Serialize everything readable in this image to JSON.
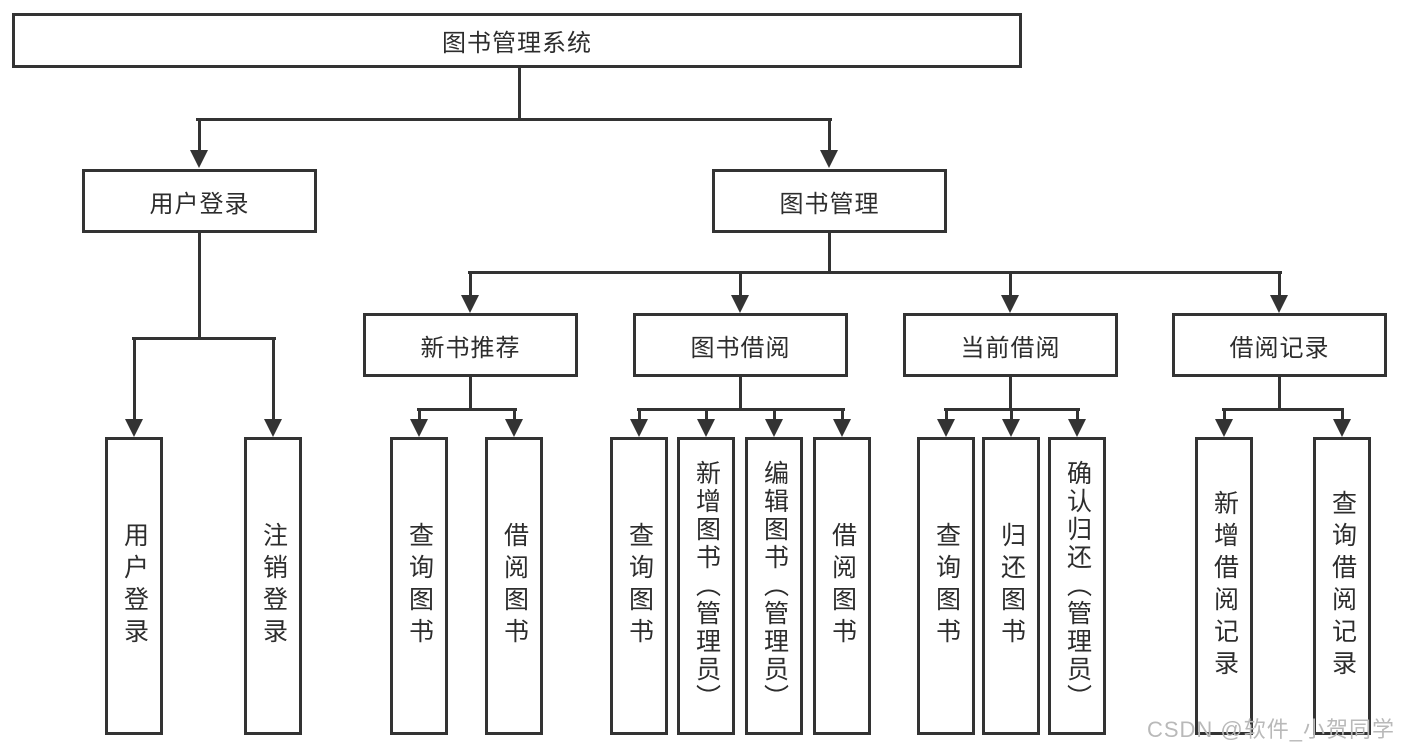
{
  "root": {
    "label": "图书管理系统"
  },
  "branches": [
    {
      "label": "用户登录",
      "children": [
        {
          "label": "用户登录"
        },
        {
          "label": "注销登录"
        }
      ]
    },
    {
      "label": "图书管理",
      "groups": [
        {
          "label": "新书推荐",
          "children": [
            {
              "label": "查询图书"
            },
            {
              "label": "借阅图书"
            }
          ]
        },
        {
          "label": "图书借阅",
          "children": [
            {
              "label": "查询图书"
            },
            {
              "label": "新增图书（管理员）"
            },
            {
              "label": "编辑图书（管理员）"
            },
            {
              "label": "借阅图书"
            }
          ]
        },
        {
          "label": "当前借阅",
          "children": [
            {
              "label": "查询图书"
            },
            {
              "label": "归还图书"
            },
            {
              "label": "确认归还（管理员）"
            }
          ]
        },
        {
          "label": "借阅记录",
          "children": [
            {
              "label": "新增借阅记录"
            },
            {
              "label": "查询借阅记录"
            }
          ]
        }
      ]
    }
  ],
  "watermark": "CSDN @软件_小贺同学",
  "colors": {
    "line": "#333333",
    "text": "#2d2d2d",
    "watermark": "#b9b9b9",
    "background": "#ffffff"
  }
}
